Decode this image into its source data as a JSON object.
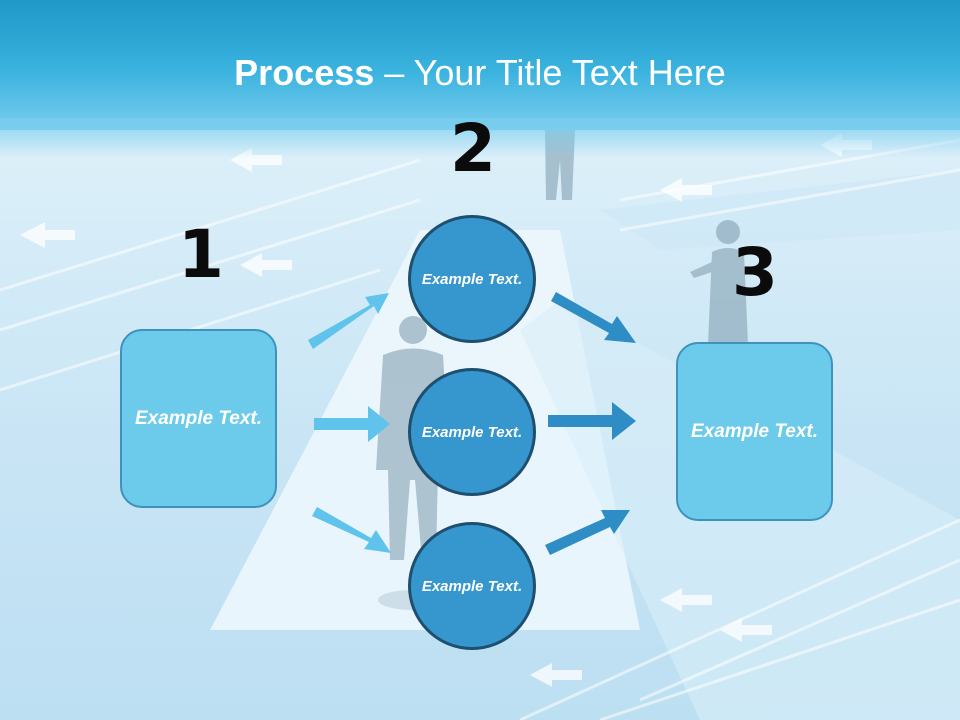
{
  "slide": {
    "title_bold": "Process",
    "title_rest": " – Your Title Text Here"
  },
  "steps": {
    "numbers": [
      "1",
      "2",
      "3"
    ],
    "left_box": {
      "label": "Example Text."
    },
    "circles": [
      {
        "label": "Example Text."
      },
      {
        "label": "Example Text."
      },
      {
        "label": "Example Text."
      }
    ],
    "right_box": {
      "label": "Example Text."
    }
  },
  "colors": {
    "title_band": "#3bb3df",
    "box_fill": "#6ccaeb",
    "circle_fill": "#3696ce",
    "arrow_light": "#5fc3ec",
    "arrow_dark": "#2f8dc6"
  }
}
